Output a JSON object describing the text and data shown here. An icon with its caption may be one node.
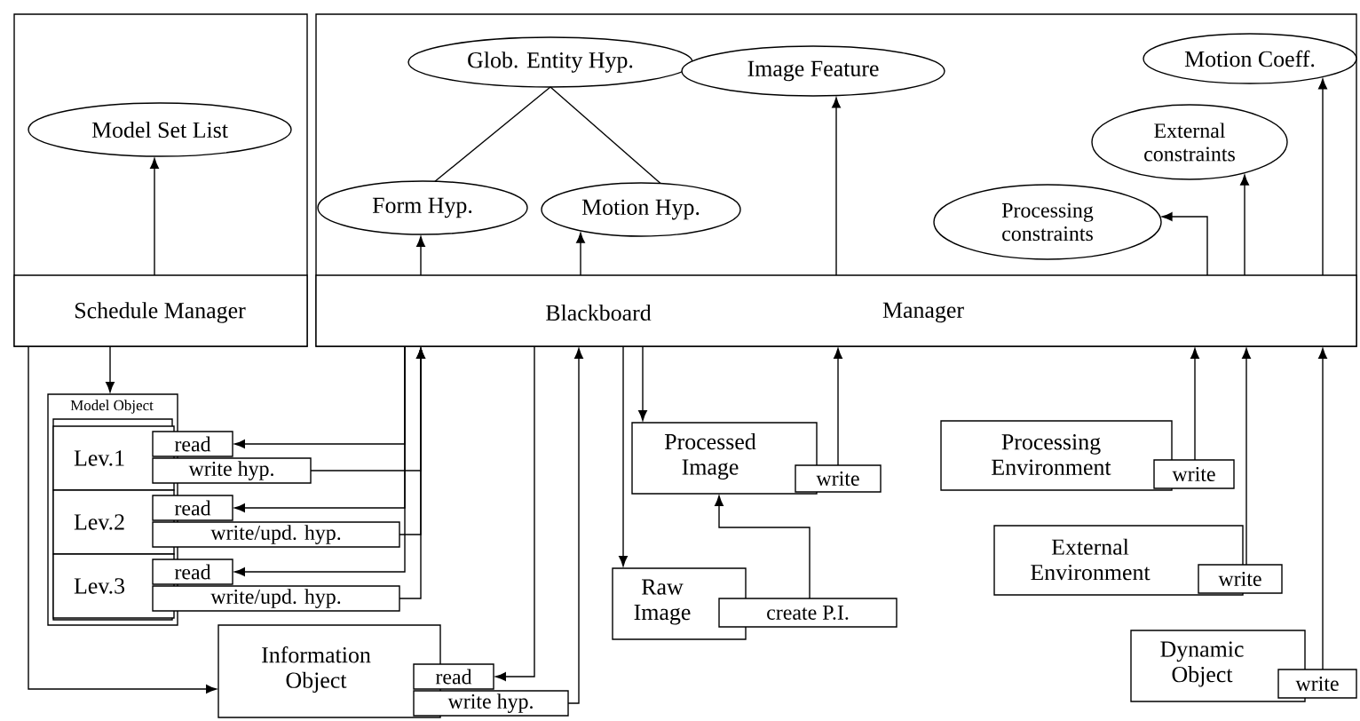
{
  "diagram": {
    "nodes": [
      {
        "text": [
          "Schedule Manager"
        ]
      },
      {
        "text": [
          "Model Set List"
        ]
      },
      {
        "text": [
          "Blackboard",
          "Manager"
        ]
      },
      {
        "text": [
          "Glob. Entity Hyp."
        ]
      },
      {
        "text": [
          "Image Feature"
        ]
      },
      {
        "text": [
          "Motion Coeff."
        ]
      },
      {
        "text": [
          "External constraints"
        ]
      },
      {
        "text": [
          "Form Hyp."
        ]
      },
      {
        "text": [
          "Motion Hyp."
        ]
      },
      {
        "text": [
          "Processing constraints"
        ]
      },
      {
        "text": [
          "Model Object"
        ]
      },
      {
        "text": [
          "Lev.1"
        ],
        "in": 10
      },
      {
        "text": [
          "read"
        ]
      },
      {
        "text": [
          "write hyp."
        ]
      },
      {
        "text": [
          "Lev.2"
        ],
        "in": 10
      },
      {
        "text": [
          "read"
        ]
      },
      {
        "text": [
          "write/upd. hyp."
        ]
      },
      {
        "text": [
          "Lev.3"
        ],
        "in": 10
      },
      {
        "text": [
          "read"
        ]
      },
      {
        "text": [
          "write/upd. hyp."
        ]
      },
      {
        "text": [
          "Processed Image"
        ]
      },
      {
        "text": [
          "write"
        ]
      },
      {
        "text": [
          "Processing Environment"
        ]
      },
      {
        "text": [
          "write"
        ]
      },
      {
        "text": [
          "External Environment"
        ]
      },
      {
        "text": [
          "write"
        ]
      },
      {
        "text": [
          "Raw Image"
        ]
      },
      {
        "text": [
          "create P.I."
        ]
      },
      {
        "text": [
          "Dynamic Object"
        ]
      },
      {
        "text": [
          "write"
        ]
      },
      {
        "text": [
          "Information Object"
        ]
      },
      {
        "text": [
          "read"
        ]
      },
      {
        "text": [
          "write hyp."
        ]
      }
    ],
    "edges": [
      {
        "from": 0,
        "to": 1,
        "arrow": "to"
      },
      {
        "from": 3,
        "to": 7,
        "arrow": "none"
      },
      {
        "from": 3,
        "to": 8,
        "arrow": "none"
      },
      {
        "from": 2,
        "to": 7,
        "arrow": "to"
      },
      {
        "from": 2,
        "to": 8,
        "arrow": "to"
      },
      {
        "from": 2,
        "to": 4,
        "arrow": "to"
      },
      {
        "from": 2,
        "to": 6,
        "arrow": "to"
      },
      {
        "from": 2,
        "to": 5,
        "arrow": "to"
      },
      {
        "from": 2,
        "to": 9,
        "arrow": "to"
      },
      {
        "from": 0,
        "to": 10,
        "arrow": "to"
      },
      {
        "from": 0,
        "to": 30,
        "arrow": "to"
      },
      {
        "from": 2,
        "to": 12,
        "arrow": "to"
      },
      {
        "from": 2,
        "to": 15,
        "arrow": "to"
      },
      {
        "from": 2,
        "to": 18,
        "arrow": "to"
      },
      {
        "from": 13,
        "to": 2,
        "arrow": "to"
      },
      {
        "from": 16,
        "to": 2,
        "arrow": "to"
      },
      {
        "from": 19,
        "to": 2,
        "arrow": "to"
      },
      {
        "from": 2,
        "to": 31,
        "arrow": "to"
      },
      {
        "from": 32,
        "to": 2,
        "arrow": "to"
      },
      {
        "from": 2,
        "to": 20,
        "arrow": "to"
      },
      {
        "from": 2,
        "to": 26,
        "arrow": "to"
      },
      {
        "from": 21,
        "to": 2,
        "arrow": "to"
      },
      {
        "from": 27,
        "to": 20,
        "arrow": "to"
      },
      {
        "from": 23,
        "to": 2,
        "arrow": "to"
      },
      {
        "from": 25,
        "to": 2,
        "arrow": "to"
      },
      {
        "from": 29,
        "to": 2,
        "arrow": "to"
      }
    ]
  }
}
